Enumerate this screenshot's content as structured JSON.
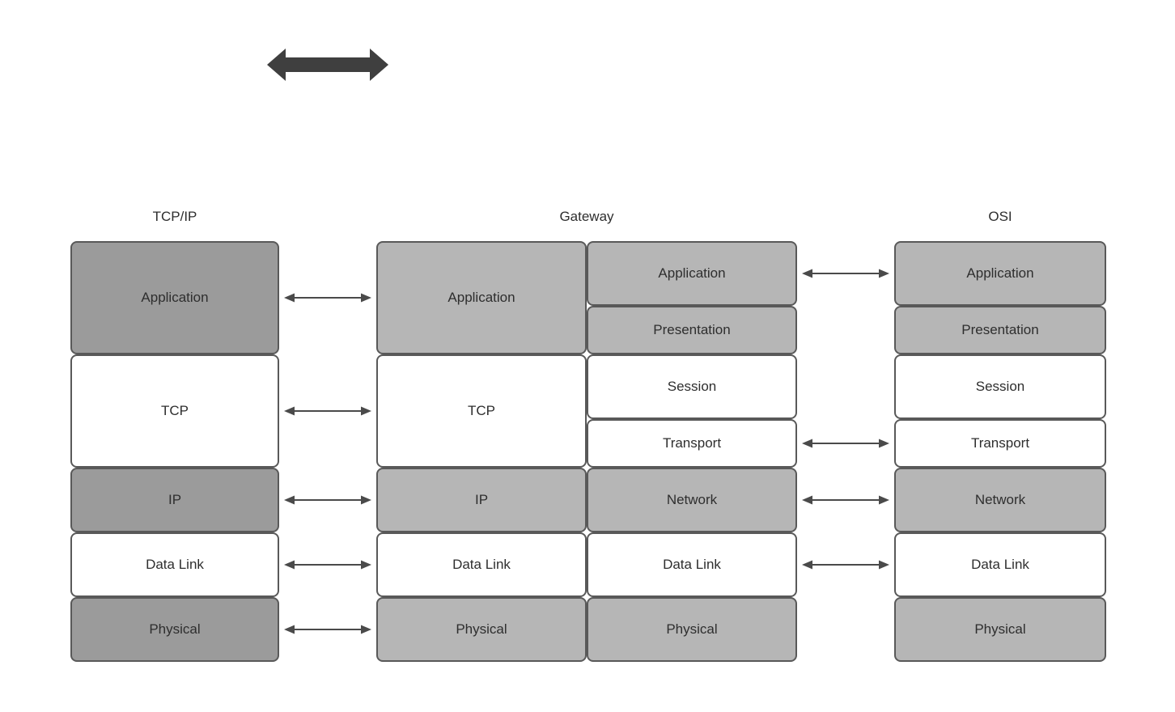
{
  "colors": {
    "dark": "#9b9b9b",
    "medium": "#b6b6b6",
    "white": "#ffffff",
    "border": "#595959",
    "arrow": "#4a4a4a",
    "thick_arrow": "#3f3f3f",
    "text": "#2e2e2e"
  },
  "columns": [
    {
      "id": "tcpip",
      "header": "TCP/IP",
      "layers": [
        {
          "label": "Application",
          "shade": "dark",
          "rows": [
            0,
            1
          ]
        },
        {
          "label": "TCP",
          "shade": "white",
          "rows": [
            2,
            3
          ]
        },
        {
          "label": "IP",
          "shade": "dark",
          "rows": [
            4
          ]
        },
        {
          "label": "Data Link",
          "shade": "white",
          "rows": [
            5
          ]
        },
        {
          "label": "Physical",
          "shade": "dark",
          "rows": [
            6
          ]
        }
      ]
    },
    {
      "id": "gateway-left",
      "header": "Gateway",
      "layers": [
        {
          "label": "Application",
          "shade": "medium",
          "rows": [
            0,
            1
          ]
        },
        {
          "label": "TCP",
          "shade": "white",
          "rows": [
            2,
            3
          ]
        },
        {
          "label": "IP",
          "shade": "medium",
          "rows": [
            4
          ]
        },
        {
          "label": "Data Link",
          "shade": "white",
          "rows": [
            5
          ]
        },
        {
          "label": "Physical",
          "shade": "medium",
          "rows": [
            6
          ]
        }
      ]
    },
    {
      "id": "gateway-right",
      "header": "",
      "layers": [
        {
          "label": "Application",
          "shade": "medium",
          "rows": [
            0
          ]
        },
        {
          "label": "Presentation",
          "shade": "medium",
          "rows": [
            1
          ]
        },
        {
          "label": "Session",
          "shade": "white",
          "rows": [
            2
          ]
        },
        {
          "label": "Transport",
          "shade": "white",
          "rows": [
            3
          ]
        },
        {
          "label": "Network",
          "shade": "medium",
          "rows": [
            4
          ]
        },
        {
          "label": "Data Link",
          "shade": "white",
          "rows": [
            5
          ]
        },
        {
          "label": "Physical",
          "shade": "medium",
          "rows": [
            6
          ]
        }
      ]
    },
    {
      "id": "osi",
      "header": "OSI",
      "layers": [
        {
          "label": "Application",
          "shade": "medium",
          "rows": [
            0
          ]
        },
        {
          "label": "Presentation",
          "shade": "medium",
          "rows": [
            1
          ]
        },
        {
          "label": "Session",
          "shade": "white",
          "rows": [
            2
          ]
        },
        {
          "label": "Transport",
          "shade": "white",
          "rows": [
            3
          ]
        },
        {
          "label": "Network",
          "shade": "medium",
          "rows": [
            4
          ]
        },
        {
          "label": "Data Link",
          "shade": "white",
          "rows": [
            5
          ]
        },
        {
          "label": "Physical",
          "shade": "medium",
          "rows": [
            6
          ]
        }
      ]
    }
  ],
  "connections": {
    "left": [
      "Application",
      "TCP",
      "IP",
      "Data Link",
      "Physical"
    ],
    "right": [
      "Application",
      "Transport",
      "Network",
      "Data Link"
    ]
  }
}
